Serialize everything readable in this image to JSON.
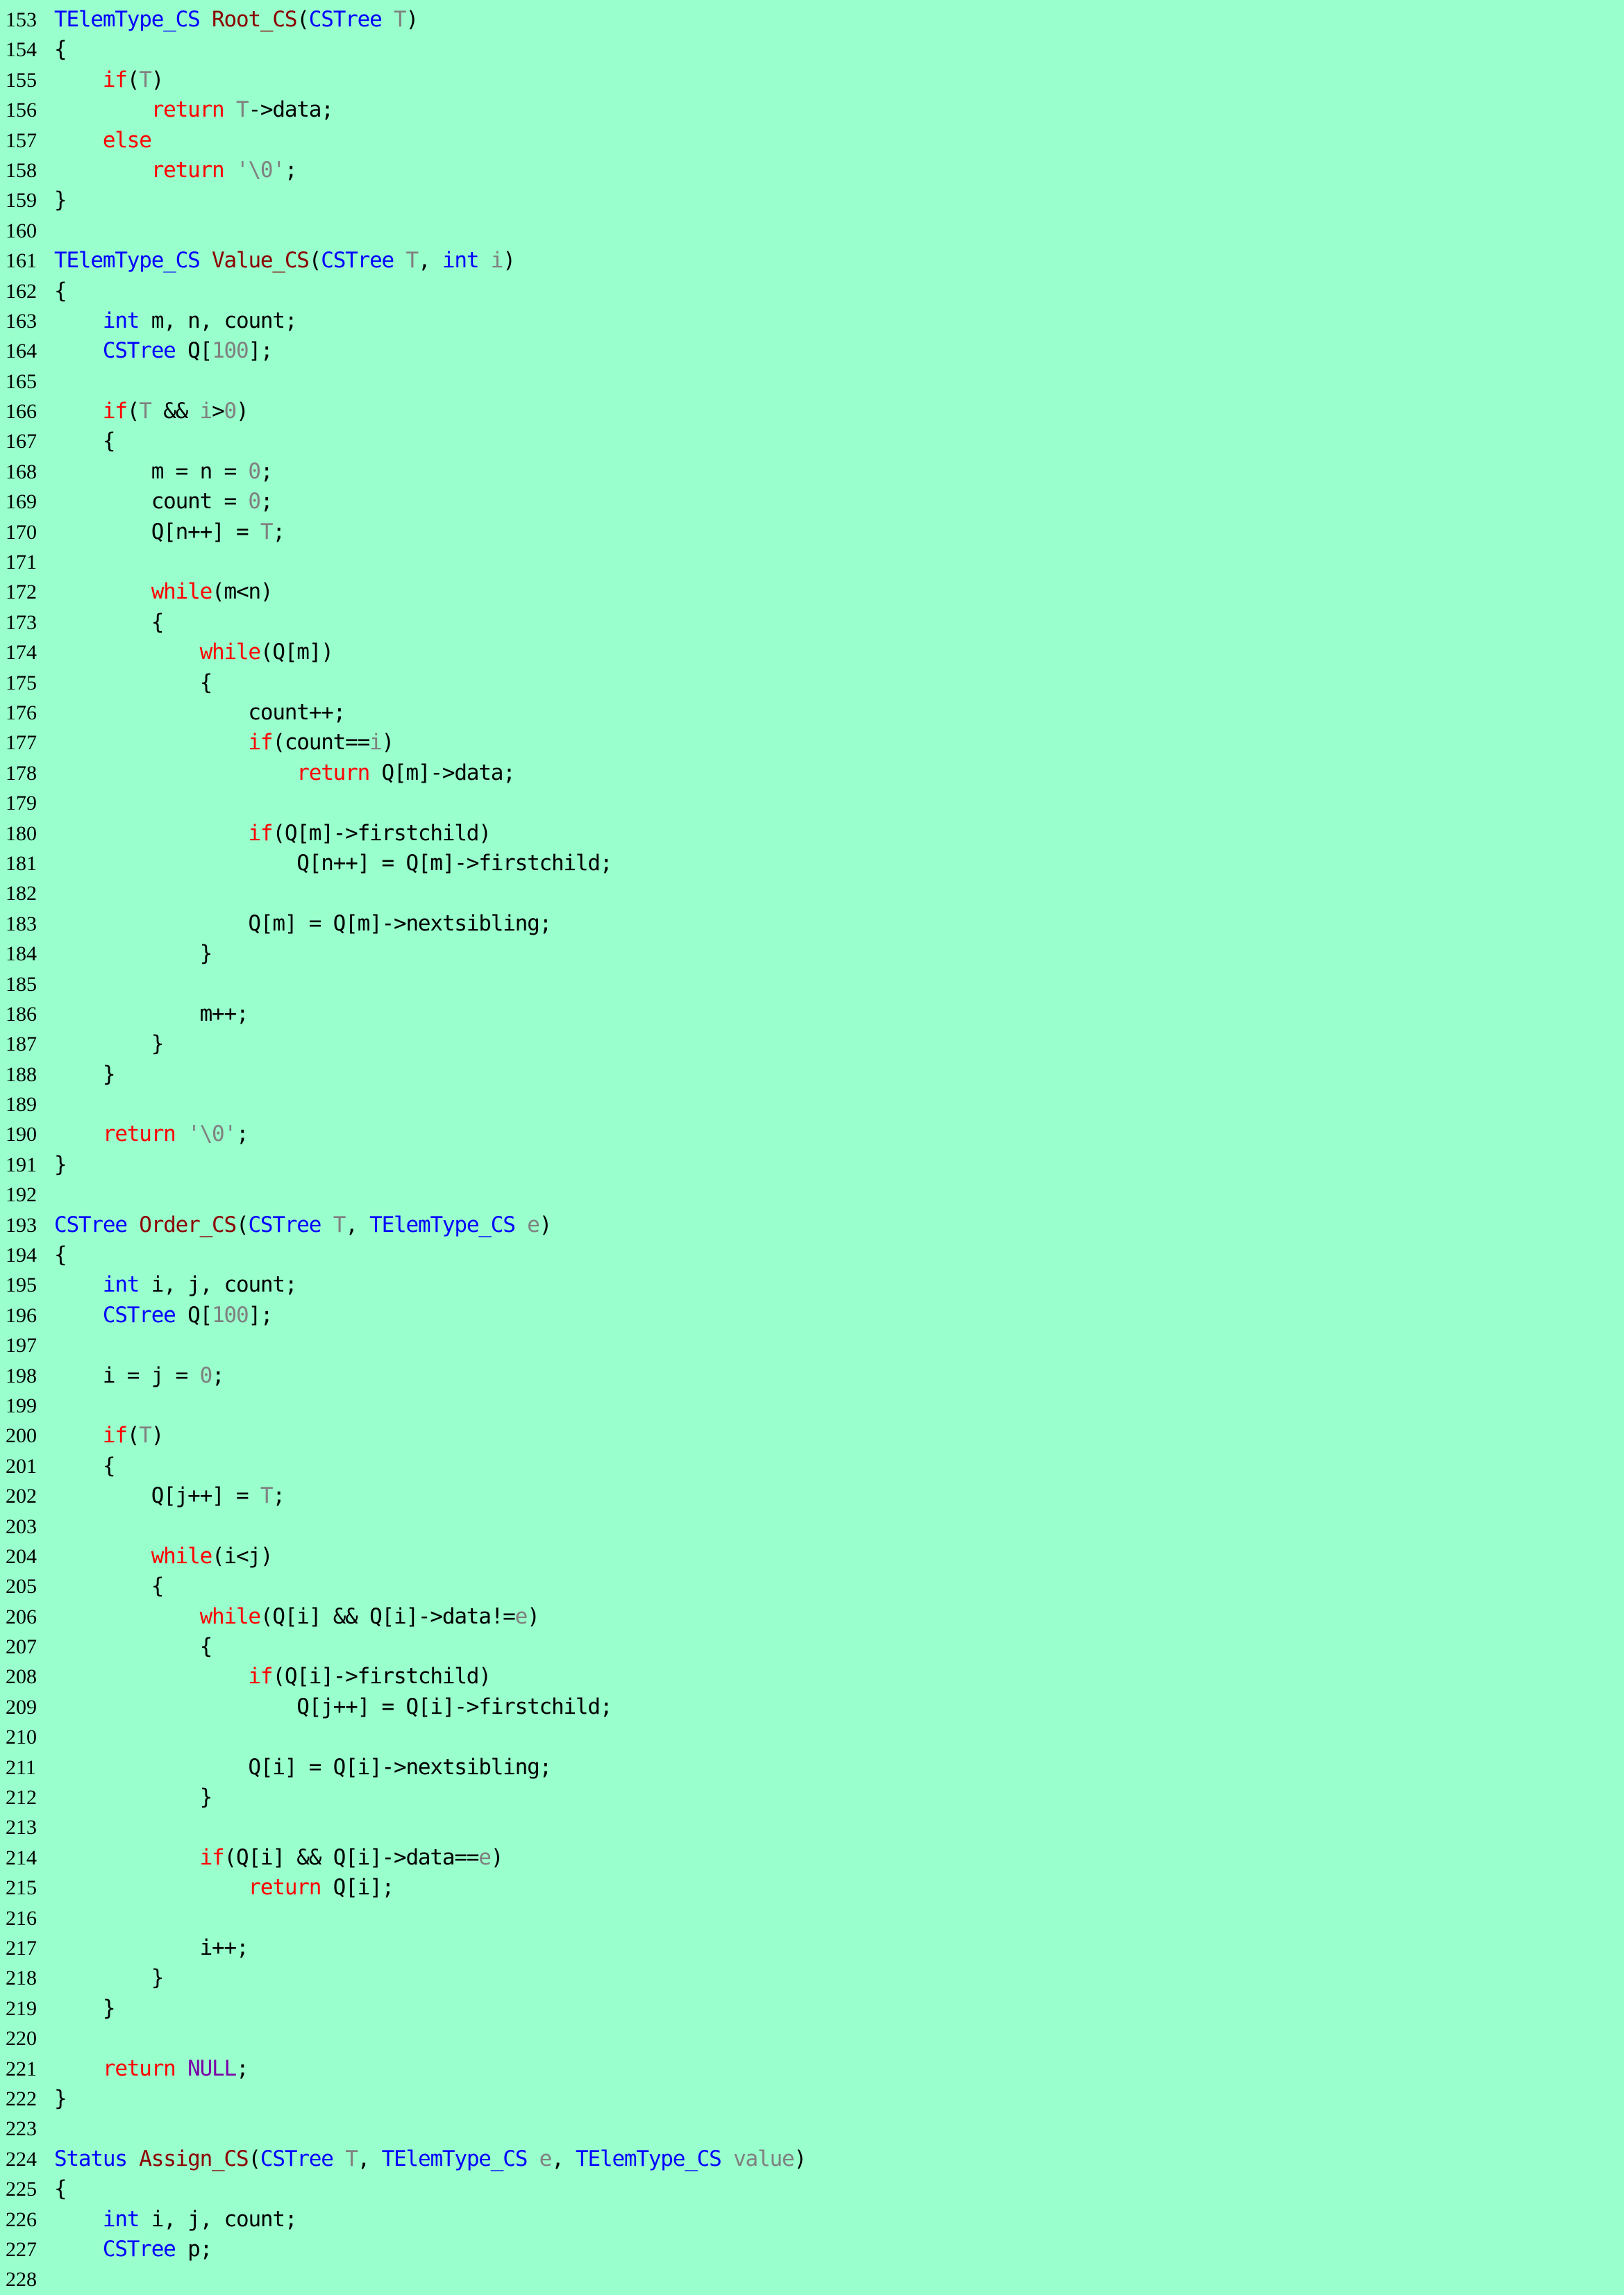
{
  "colors": {
    "background": "#99ffcc",
    "type": "#0000ff",
    "keyword": "#ff0000",
    "function": "#8b0000",
    "param": "#808080",
    "constant": "#7b00a8",
    "plain": "#000000"
  },
  "lines": [
    {
      "n": "153",
      "t": [
        [
          "t",
          "TElemType_CS"
        ],
        [
          "p",
          " "
        ],
        [
          "f",
          "Root_CS"
        ],
        [
          "p",
          "("
        ],
        [
          "t",
          "CSTree"
        ],
        [
          "p",
          " "
        ],
        [
          "v",
          "T"
        ],
        [
          "p",
          ")"
        ]
      ]
    },
    {
      "n": "154",
      "t": [
        [
          "p",
          "{"
        ]
      ]
    },
    {
      "n": "155",
      "t": [
        [
          "p",
          "    "
        ],
        [
          "k",
          "if"
        ],
        [
          "p",
          "("
        ],
        [
          "v",
          "T"
        ],
        [
          "p",
          ")"
        ]
      ]
    },
    {
      "n": "156",
      "t": [
        [
          "p",
          "        "
        ],
        [
          "k",
          "return"
        ],
        [
          "p",
          " "
        ],
        [
          "v",
          "T"
        ],
        [
          "p",
          "->data;"
        ]
      ]
    },
    {
      "n": "157",
      "t": [
        [
          "p",
          "    "
        ],
        [
          "k",
          "else"
        ]
      ]
    },
    {
      "n": "158",
      "t": [
        [
          "p",
          "        "
        ],
        [
          "k",
          "return"
        ],
        [
          "p",
          " "
        ],
        [
          "v",
          "'\\0'"
        ],
        [
          "p",
          ";"
        ]
      ]
    },
    {
      "n": "159",
      "t": [
        [
          "p",
          "}"
        ]
      ]
    },
    {
      "n": "160",
      "t": []
    },
    {
      "n": "161",
      "t": [
        [
          "t",
          "TElemType_CS"
        ],
        [
          "p",
          " "
        ],
        [
          "f",
          "Value_CS"
        ],
        [
          "p",
          "("
        ],
        [
          "t",
          "CSTree"
        ],
        [
          "p",
          " "
        ],
        [
          "v",
          "T"
        ],
        [
          "p",
          ", "
        ],
        [
          "t",
          "int"
        ],
        [
          "p",
          " "
        ],
        [
          "v",
          "i"
        ],
        [
          "p",
          ")"
        ]
      ]
    },
    {
      "n": "162",
      "t": [
        [
          "p",
          "{"
        ]
      ]
    },
    {
      "n": "163",
      "t": [
        [
          "p",
          "    "
        ],
        [
          "t",
          "int"
        ],
        [
          "p",
          " m, n, count;"
        ]
      ]
    },
    {
      "n": "164",
      "t": [
        [
          "p",
          "    "
        ],
        [
          "t",
          "CSTree"
        ],
        [
          "p",
          " Q["
        ],
        [
          "v",
          "100"
        ],
        [
          "p",
          "];"
        ]
      ]
    },
    {
      "n": "165",
      "t": []
    },
    {
      "n": "166",
      "t": [
        [
          "p",
          "    "
        ],
        [
          "k",
          "if"
        ],
        [
          "p",
          "("
        ],
        [
          "v",
          "T"
        ],
        [
          "p",
          " && "
        ],
        [
          "v",
          "i"
        ],
        [
          "p",
          ">"
        ],
        [
          "v",
          "0"
        ],
        [
          "p",
          ")"
        ]
      ]
    },
    {
      "n": "167",
      "t": [
        [
          "p",
          "    {"
        ]
      ]
    },
    {
      "n": "168",
      "t": [
        [
          "p",
          "        m = n = "
        ],
        [
          "v",
          "0"
        ],
        [
          "p",
          ";"
        ]
      ]
    },
    {
      "n": "169",
      "t": [
        [
          "p",
          "        count = "
        ],
        [
          "v",
          "0"
        ],
        [
          "p",
          ";"
        ]
      ]
    },
    {
      "n": "170",
      "t": [
        [
          "p",
          "        Q[n++] = "
        ],
        [
          "v",
          "T"
        ],
        [
          "p",
          ";"
        ]
      ]
    },
    {
      "n": "171",
      "t": []
    },
    {
      "n": "172",
      "t": [
        [
          "p",
          "        "
        ],
        [
          "k",
          "while"
        ],
        [
          "p",
          "(m<n)"
        ]
      ]
    },
    {
      "n": "173",
      "t": [
        [
          "p",
          "        {"
        ]
      ]
    },
    {
      "n": "174",
      "t": [
        [
          "p",
          "            "
        ],
        [
          "k",
          "while"
        ],
        [
          "p",
          "(Q[m])"
        ]
      ]
    },
    {
      "n": "175",
      "t": [
        [
          "p",
          "            {"
        ]
      ]
    },
    {
      "n": "176",
      "t": [
        [
          "p",
          "                count++;"
        ]
      ]
    },
    {
      "n": "177",
      "t": [
        [
          "p",
          "                "
        ],
        [
          "k",
          "if"
        ],
        [
          "p",
          "(count=="
        ],
        [
          "v",
          "i"
        ],
        [
          "p",
          ")"
        ]
      ]
    },
    {
      "n": "178",
      "t": [
        [
          "p",
          "                    "
        ],
        [
          "k",
          "return"
        ],
        [
          "p",
          " Q[m]->data;"
        ]
      ]
    },
    {
      "n": "179",
      "t": []
    },
    {
      "n": "180",
      "t": [
        [
          "p",
          "                "
        ],
        [
          "k",
          "if"
        ],
        [
          "p",
          "(Q[m]->firstchild)"
        ]
      ]
    },
    {
      "n": "181",
      "t": [
        [
          "p",
          "                    Q[n++] = Q[m]->firstchild;"
        ]
      ]
    },
    {
      "n": "182",
      "t": []
    },
    {
      "n": "183",
      "t": [
        [
          "p",
          "                Q[m] = Q[m]->nextsibling;"
        ]
      ]
    },
    {
      "n": "184",
      "t": [
        [
          "p",
          "            }"
        ]
      ]
    },
    {
      "n": "185",
      "t": []
    },
    {
      "n": "186",
      "t": [
        [
          "p",
          "            m++;"
        ]
      ]
    },
    {
      "n": "187",
      "t": [
        [
          "p",
          "        }"
        ]
      ]
    },
    {
      "n": "188",
      "t": [
        [
          "p",
          "    }"
        ]
      ]
    },
    {
      "n": "189",
      "t": []
    },
    {
      "n": "190",
      "t": [
        [
          "p",
          "    "
        ],
        [
          "k",
          "return"
        ],
        [
          "p",
          " "
        ],
        [
          "v",
          "'\\0'"
        ],
        [
          "p",
          ";"
        ]
      ]
    },
    {
      "n": "191",
      "t": [
        [
          "p",
          "}"
        ]
      ]
    },
    {
      "n": "192",
      "t": []
    },
    {
      "n": "193",
      "t": [
        [
          "t",
          "CSTree"
        ],
        [
          "p",
          " "
        ],
        [
          "f",
          "Order_CS"
        ],
        [
          "p",
          "("
        ],
        [
          "t",
          "CSTree"
        ],
        [
          "p",
          " "
        ],
        [
          "v",
          "T"
        ],
        [
          "p",
          ", "
        ],
        [
          "t",
          "TElemType_CS"
        ],
        [
          "p",
          " "
        ],
        [
          "v",
          "e"
        ],
        [
          "p",
          ")"
        ]
      ]
    },
    {
      "n": "194",
      "t": [
        [
          "p",
          "{"
        ]
      ]
    },
    {
      "n": "195",
      "t": [
        [
          "p",
          "    "
        ],
        [
          "t",
          "int"
        ],
        [
          "p",
          " i, j, count;"
        ]
      ]
    },
    {
      "n": "196",
      "t": [
        [
          "p",
          "    "
        ],
        [
          "t",
          "CSTree"
        ],
        [
          "p",
          " Q["
        ],
        [
          "v",
          "100"
        ],
        [
          "p",
          "];"
        ]
      ]
    },
    {
      "n": "197",
      "t": []
    },
    {
      "n": "198",
      "t": [
        [
          "p",
          "    i = j = "
        ],
        [
          "v",
          "0"
        ],
        [
          "p",
          ";"
        ]
      ]
    },
    {
      "n": "199",
      "t": []
    },
    {
      "n": "200",
      "t": [
        [
          "p",
          "    "
        ],
        [
          "k",
          "if"
        ],
        [
          "p",
          "("
        ],
        [
          "v",
          "T"
        ],
        [
          "p",
          ")"
        ]
      ]
    },
    {
      "n": "201",
      "t": [
        [
          "p",
          "    {"
        ]
      ]
    },
    {
      "n": "202",
      "t": [
        [
          "p",
          "        Q[j++] = "
        ],
        [
          "v",
          "T"
        ],
        [
          "p",
          ";"
        ]
      ]
    },
    {
      "n": "203",
      "t": []
    },
    {
      "n": "204",
      "t": [
        [
          "p",
          "        "
        ],
        [
          "k",
          "while"
        ],
        [
          "p",
          "(i<j)"
        ]
      ]
    },
    {
      "n": "205",
      "t": [
        [
          "p",
          "        {"
        ]
      ]
    },
    {
      "n": "206",
      "t": [
        [
          "p",
          "            "
        ],
        [
          "k",
          "while"
        ],
        [
          "p",
          "(Q[i] && Q[i]->data!="
        ],
        [
          "v",
          "e"
        ],
        [
          "p",
          ")"
        ]
      ]
    },
    {
      "n": "207",
      "t": [
        [
          "p",
          "            {"
        ]
      ]
    },
    {
      "n": "208",
      "t": [
        [
          "p",
          "                "
        ],
        [
          "k",
          "if"
        ],
        [
          "p",
          "(Q[i]->firstchild)"
        ]
      ]
    },
    {
      "n": "209",
      "t": [
        [
          "p",
          "                    Q[j++] = Q[i]->firstchild;"
        ]
      ]
    },
    {
      "n": "210",
      "t": []
    },
    {
      "n": "211",
      "t": [
        [
          "p",
          "                Q[i] = Q[i]->nextsibling;"
        ]
      ]
    },
    {
      "n": "212",
      "t": [
        [
          "p",
          "            }"
        ]
      ]
    },
    {
      "n": "213",
      "t": []
    },
    {
      "n": "214",
      "t": [
        [
          "p",
          "            "
        ],
        [
          "k",
          "if"
        ],
        [
          "p",
          "(Q[i] && Q[i]->data=="
        ],
        [
          "v",
          "e"
        ],
        [
          "p",
          ")"
        ]
      ]
    },
    {
      "n": "215",
      "t": [
        [
          "p",
          "                "
        ],
        [
          "k",
          "return"
        ],
        [
          "p",
          " Q[i];"
        ]
      ]
    },
    {
      "n": "216",
      "t": []
    },
    {
      "n": "217",
      "t": [
        [
          "p",
          "            i++;"
        ]
      ]
    },
    {
      "n": "218",
      "t": [
        [
          "p",
          "        }"
        ]
      ]
    },
    {
      "n": "219",
      "t": [
        [
          "p",
          "    }"
        ]
      ]
    },
    {
      "n": "220",
      "t": []
    },
    {
      "n": "221",
      "t": [
        [
          "p",
          "    "
        ],
        [
          "k",
          "return"
        ],
        [
          "p",
          " "
        ],
        [
          "c",
          "NULL"
        ],
        [
          "p",
          ";"
        ]
      ]
    },
    {
      "n": "222",
      "t": [
        [
          "p",
          "}"
        ]
      ]
    },
    {
      "n": "223",
      "t": []
    },
    {
      "n": "224",
      "t": [
        [
          "t",
          "Status"
        ],
        [
          "p",
          " "
        ],
        [
          "f",
          "Assign_CS"
        ],
        [
          "p",
          "("
        ],
        [
          "t",
          "CSTree"
        ],
        [
          "p",
          " "
        ],
        [
          "v",
          "T"
        ],
        [
          "p",
          ", "
        ],
        [
          "t",
          "TElemType_CS"
        ],
        [
          "p",
          " "
        ],
        [
          "v",
          "e"
        ],
        [
          "p",
          ", "
        ],
        [
          "t",
          "TElemType_CS"
        ],
        [
          "p",
          " "
        ],
        [
          "v",
          "value"
        ],
        [
          "p",
          ")"
        ]
      ]
    },
    {
      "n": "225",
      "t": [
        [
          "p",
          "{"
        ]
      ]
    },
    {
      "n": "226",
      "t": [
        [
          "p",
          "    "
        ],
        [
          "t",
          "int"
        ],
        [
          "p",
          " i, j, count;"
        ]
      ]
    },
    {
      "n": "227",
      "t": [
        [
          "p",
          "    "
        ],
        [
          "t",
          "CSTree"
        ],
        [
          "p",
          " p;"
        ]
      ]
    },
    {
      "n": "228",
      "t": []
    }
  ]
}
